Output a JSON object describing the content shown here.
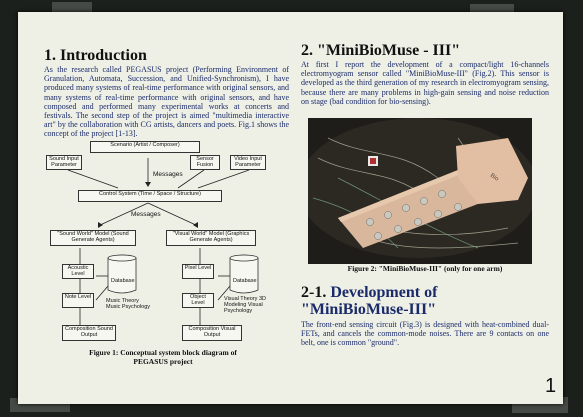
{
  "section1": {
    "title": "1.  Introduction",
    "body": "As the research called PEGASUS project (Performing Environment of Granulation, Automata, Succession, and Unified-Synchronism), I have produced many systems of real-time performance with original sensors, and many systems of real-time performance with original sensors, and have composed and performed many experimental works at concerts and festivals.  The second step of the project is aimed \"multimedia interactive art\" by the collaboration with CG artists, dancers and poets.  Fig.1 shows the concept of the project [1-13]."
  },
  "diagram": {
    "scenario": "Scenario (Artist / Composer)",
    "sound_input": "Sound Input Parameter",
    "sensor_fusion": "Sensor Fusion",
    "video_input": "Video Input Parameter",
    "messages_top": "Messages",
    "control": "Control System (Time / Space / Structure)",
    "messages_mid": "Messages",
    "sound_world": "\"Sound World\" Model (Sound Generate Agents)",
    "visual_world": "\"Visual World\" Model (Graphics Generate Agents)",
    "acoustic_level": "Acoustic Level",
    "note_level": "Note Level",
    "database_left": "Database",
    "music_theory": "Music Theory Music Psychology",
    "pixel_level": "Pixel Level",
    "object_level": "Object Level",
    "database_right": "Database",
    "visual_theory": "Visual Theory 3D Modeling Visual Psychology",
    "composition_sound": "Composition Sound Output",
    "composition_visual": "Composition Visual Output"
  },
  "figure1_caption": "Figure 1: Conceptual system block diagram of  PEGASUS project",
  "section2": {
    "title": "2. \"MiniBioMuse - III\"",
    "body": "At first I report the development of a compact/light 16-channels electromyogram sensor called \"MiniBioMuse-III\" (Fig.2). This sensor is developed as the third generation of my research in electromyogram sensing, because there are many problems in high-gain sensing and noise reduction on stage (bad condition for bio-sensing)."
  },
  "figure2_caption": "Figure 2:  \"MiniBioMuse-III\"  (only for one arm)",
  "section21": {
    "title_prefix": "2-1. ",
    "title_accent": "Development of",
    "title_line2": "\"MiniBioMuse-III\"",
    "body": "The front-end sensing circuit (Fig.3) is designed with heat-combined dual-FETs, and cancels the common-mode noises. There are 9 contacts on one belt, one is common \"ground\"."
  },
  "page_number": "1",
  "colors": {
    "poster": "#eef0e6",
    "body_text": "#1a2a6a",
    "background": "#1c201c"
  }
}
